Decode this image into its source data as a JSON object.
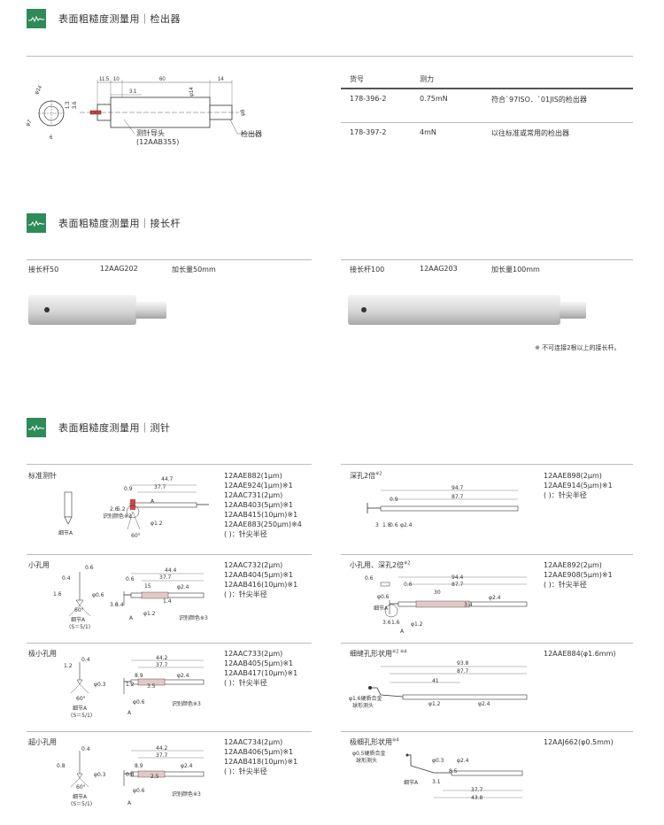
{
  "sections": {
    "detector": {
      "title": "表面粗糙度测量用｜检出器"
    },
    "extension": {
      "title": "表面粗糙度测量用｜接长杆"
    },
    "stylus": {
      "title": "表面粗糙度测量用｜测针"
    }
  },
  "detector_drawing": {
    "dims": [
      "11.5",
      "10",
      "60",
      "14",
      "3.1",
      "φ14",
      "φ8",
      "φ14",
      "1.3",
      "3.6",
      "φ7",
      "6"
    ],
    "callout_guide": "测针导头",
    "callout_guide_code": "(12AAB355)",
    "callout_detector": "检出器"
  },
  "detector_table": {
    "headers": [
      "货号",
      "测力"
    ],
    "rows": [
      {
        "code": "178-396-2",
        "force": "0.75mN",
        "note": "符合`97ISO．`01JIS的检出器"
      },
      {
        "code": "178-397-2",
        "force": "4mN",
        "note": "以往标准或常用的检出器"
      }
    ]
  },
  "extension_rods": [
    {
      "name": "接长杆50",
      "code": "12AAG202",
      "desc": "加长量50mm"
    },
    {
      "name": "接长杆100",
      "code": "12AAG203",
      "desc": "加长量100mm"
    }
  ],
  "extension_note": "※ 不可连接2根以上的接长杆。",
  "styli": [
    {
      "title": "标准测针",
      "sup": "",
      "codes": [
        "12AAE882(1μm)",
        "12AAE924(1μm)※1",
        "12AAC731(2μm)",
        "12AAB403(5μm)※1",
        "12AAB415(10μm)※1",
        "12AAE883(250μm)※4",
        "(   )：针尖半径"
      ],
      "labels": [
        "识别颜色※3",
        "细节A",
        "44.7",
        "37.7",
        "0.9",
        "5.2",
        "2.6",
        "A",
        "φ1.2",
        "60°"
      ]
    },
    {
      "title": "深孔2倍",
      "sup": "※2",
      "codes": [
        "12AAE898(2μm)",
        "12AAE914(5μm)※1",
        "(   )：针尖半径"
      ],
      "labels": [
        "94.7",
        "87.7",
        "0.9",
        "3",
        "1.8",
        "0.6",
        "φ2.4"
      ]
    },
    {
      "title": "小孔用",
      "sup": "",
      "codes": [
        "12AAC732(2μm)",
        "12AAB404(5μm)※1",
        "12AAB416(10μm)※1",
        "(   )：针尖半径"
      ],
      "labels": [
        "0.6",
        "0.4",
        "1.6",
        "φ0.6",
        "60°",
        "细节A",
        "(S＝5/1)",
        "44.4",
        "37.7",
        "0.6",
        "15",
        "3.6",
        "3.4",
        "φ2.4",
        "1.4",
        "φ1.2",
        "A",
        "识别颜色※3"
      ]
    },
    {
      "title": "小孔用、深孔2倍",
      "sup": "※2",
      "codes": [
        "12AAE892(2μm)",
        "12AAE908(5μm)※1",
        "(   )：针尖半径"
      ],
      "labels": [
        "0.6",
        "φ0.6",
        "细节A",
        "94.4",
        "87.7",
        "0.6",
        "30",
        "3.4",
        "φ2.4",
        "3.6",
        "1.6",
        "φ1.2",
        "A"
      ]
    },
    {
      "title": "极小孔用",
      "sup": "",
      "codes": [
        "12AAC733(2μm)",
        "12AAB405(5μm)※1",
        "12AAB417(10μm)※1",
        "(   )：针尖半径"
      ],
      "labels": [
        "0.4",
        "1.2",
        "φ0.3",
        "60°",
        "细节A",
        "(S＝5/1)",
        "44.2",
        "37.7",
        "8.9",
        "3.5",
        "φ2.4",
        "1.2",
        "φ0.6",
        "A",
        "识别颜色※3"
      ]
    },
    {
      "title": "细缝孔形状用",
      "sup": "※2 ※4",
      "codes": [
        "12AAE884(φ1.6mm)"
      ],
      "labels": [
        "φ1.6硬质合金",
        "球形测头",
        "93.8",
        "87.7",
        "41",
        "φ1.2",
        "φ2.4"
      ]
    },
    {
      "title": "超小孔用",
      "sup": "",
      "codes": [
        "12AAC734(2μm)",
        "12AAB406(5μm)※1",
        "12AAB418(10μm)※1",
        "(   )：针尖半径"
      ],
      "labels": [
        "0.4",
        "0.8",
        "φ0.3",
        "60°",
        "细节A",
        "(S＝5/1)",
        "44.2",
        "37.7",
        "8.9",
        "2.5",
        "φ2.4",
        "0.8",
        "φ0.6",
        "A",
        "识别颜色※3"
      ]
    },
    {
      "title": "极细孔形状用",
      "sup": "※4",
      "codes": [
        "12AAJ662(φ0.5mm)"
      ],
      "labels": [
        "φ0.5硬质合金",
        "球形测头",
        "φ0.3",
        "φ2.4",
        "细节A",
        "8.5",
        "3.1",
        "37.7",
        "43.8"
      ]
    }
  ],
  "colors": {
    "accent_green": "#2e8b57",
    "rule": "#bbbbbb",
    "rod_light": "#eeeeee",
    "rod_dark": "#a8a8a8"
  },
  "icons": [
    "wave-icon"
  ]
}
